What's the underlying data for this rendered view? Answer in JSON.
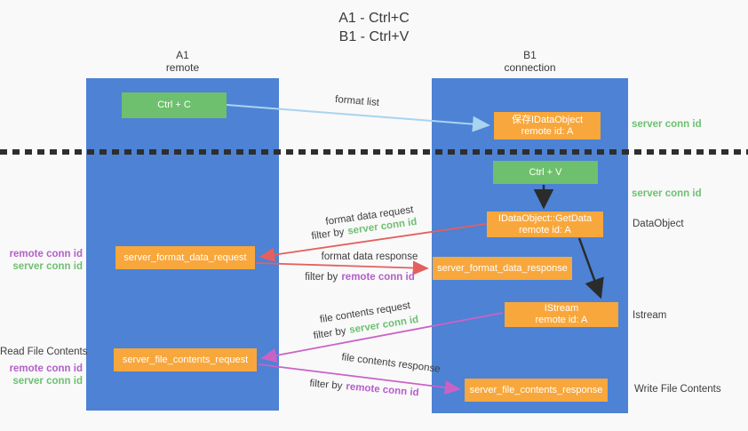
{
  "title": {
    "line1": "A1 - Ctrl+C",
    "line2": "B1 - Ctrl+V"
  },
  "lanes": {
    "a1": {
      "name": "A1",
      "role": "remote"
    },
    "b1": {
      "name": "B1",
      "role": "connection"
    }
  },
  "nodes": {
    "ctrl_c": {
      "label": "Ctrl + C"
    },
    "save_idataobject": {
      "line1": "保存IDataObject",
      "line2": "remote id: A"
    },
    "ctrl_v": {
      "label": "Ctrl + V"
    },
    "getdata": {
      "line1": "IDataObject::GetData",
      "line2": "remote id: A"
    },
    "server_format_data_request": {
      "label": "server_format_data_request"
    },
    "server_format_data_response": {
      "label": "server_format_data_response"
    },
    "istream": {
      "line1": "IStream",
      "line2": "remote id: A"
    },
    "server_file_contents_request": {
      "label": "server_file_contents_request"
    },
    "server_file_contents_response": {
      "label": "server_file_contents_response"
    }
  },
  "edge_labels": {
    "format_list": "format list",
    "format_data_request": "format data request",
    "format_data_response": "format data response",
    "file_contents_request": "file contents request",
    "file_contents_response": "file contents response",
    "filter_by": "filter by"
  },
  "ids": {
    "server_conn_id": "server conn id",
    "remote_conn_id": "remote conn id"
  },
  "side_labels": {
    "dataobject": "DataObject",
    "istream": "Istream",
    "read_file_contents": "Read File Contents",
    "write_file_contents": "Write File Contents"
  },
  "colors": {
    "background": "#f9f9f9",
    "lane_blue": "#4d82d4",
    "node_green": "#6ec06e",
    "node_orange": "#f8a73c",
    "server_conn_id_green": "#6dc071",
    "remote_conn_id_purple": "#b35fc9",
    "arrow_light_blue": "#a9d4f0",
    "arrow_red": "#e4605f",
    "arrow_magenta": "#ca62c6",
    "arrow_black": "#2b2b2b",
    "divider_dash": "#2e2e2e"
  }
}
